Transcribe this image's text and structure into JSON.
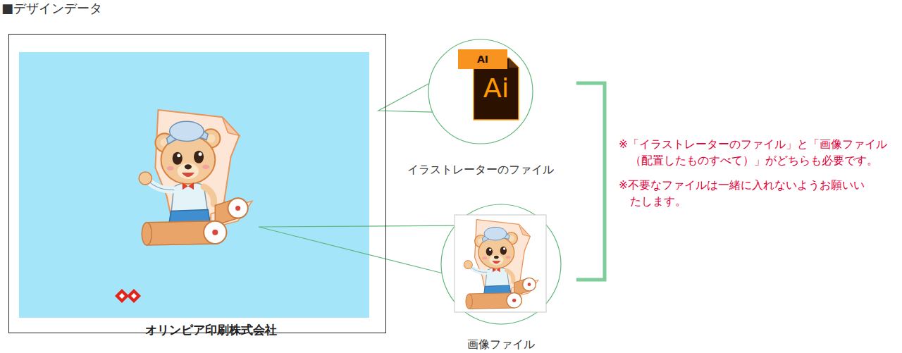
{
  "diagram": {
    "title": "■デザインデータ",
    "nodes": [
      {
        "text": [
          "オリンピア印刷株式会社"
        ]
      },
      {
        "text": [
          "AI",
          "Ai",
          "イラストレーターのファイル"
        ]
      },
      {
        "text": [
          "画像ファイル"
        ]
      }
    ],
    "edges": [
      {
        "from": 1,
        "to": 0,
        "arrow": "none"
      },
      {
        "from": 2,
        "to": 0,
        "arrow": "none"
      }
    ],
    "labels": [
      "※「イラストレーターのファイル」と「画像ファイル （配置したものすべて）」がどちらも必要です。",
      "※不要なファイルは一緒に入れないようお願いい たします。"
    ]
  }
}
